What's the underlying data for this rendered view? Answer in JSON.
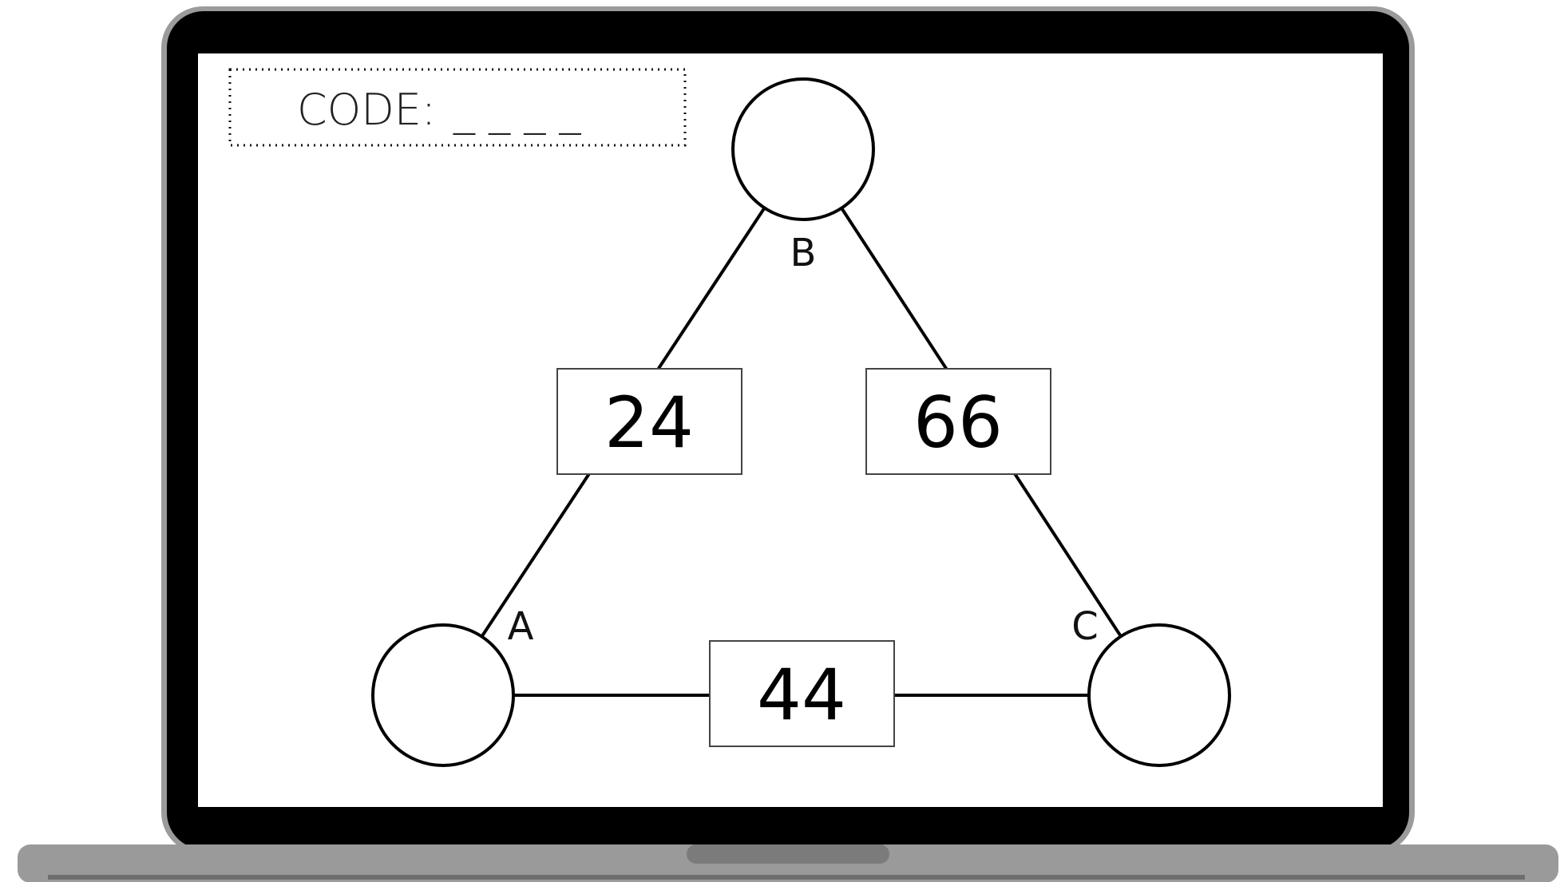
{
  "code_box": {
    "label": "CODE:",
    "blanks": "_ _ _ _"
  },
  "nodes": {
    "top_label": "B",
    "left_label": "A",
    "right_label": "C"
  },
  "sums": {
    "left_edge": "24",
    "right_edge": "66",
    "bottom_edge": "44"
  },
  "colors": {
    "laptop_frame": "#9b9b9b",
    "laptop_bezel": "#000000",
    "laptop_base": "#9a9a9a",
    "screen_bg": "#ffffff"
  }
}
